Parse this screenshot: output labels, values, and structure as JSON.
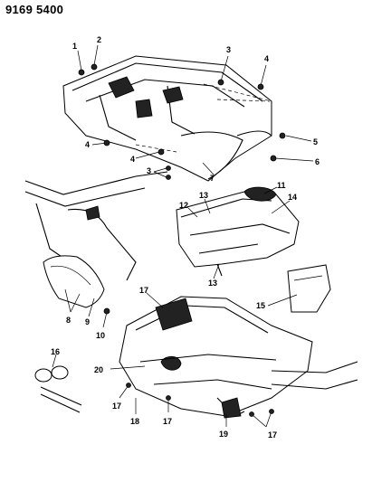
{
  "header": {
    "code": "9169 5400"
  },
  "callouts": [
    "1",
    "2",
    "3",
    "4",
    "4",
    "4",
    "3",
    "5",
    "6",
    "7",
    "8",
    "9",
    "10",
    "11",
    "12",
    "13",
    "14",
    "13",
    "15",
    "16",
    "17",
    "20",
    "17",
    "18",
    "17",
    "19",
    "17"
  ]
}
